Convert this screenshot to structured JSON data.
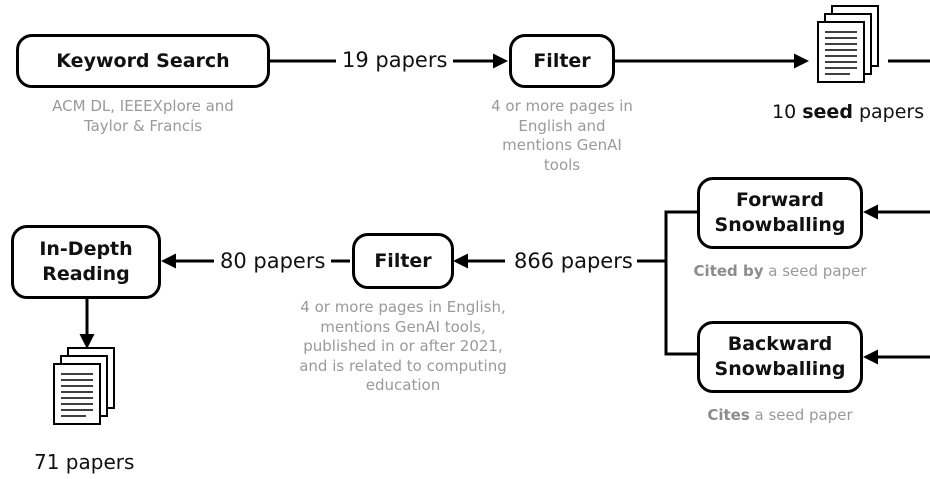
{
  "nodes": {
    "keyword_search": "Keyword Search",
    "filter_top": "Filter",
    "forward_snowballing": "Forward Snowballing",
    "backward_snowballing": "Backward Snowballing",
    "filter_bottom": "Filter",
    "in_depth_reading": "In-Depth Reading"
  },
  "notes": {
    "keyword_search_sources": "ACM DL, IEEEXplore and Taylor & Francis",
    "filter_top_criteria": "4 or more pages in English and mentions GenAI tools",
    "forward_bold": "Cited by",
    "forward_rest": " a seed paper",
    "backward_bold": "Cites",
    "backward_rest": " a seed paper",
    "filter_bottom_criteria": "4 or more pages in English, mentions GenAI tools, published in or after 2021, and is related to computing education"
  },
  "edge_labels": {
    "search_to_filter": "19 papers",
    "snowball_to_filter": "866 papers",
    "filter_to_reading": "80 papers"
  },
  "outputs": {
    "seed_count": "10",
    "seed_bold": "seed",
    "seed_rest": "papers",
    "final_papers": "71 papers"
  },
  "icons": [
    "document-stack-icon",
    "document-stack-icon"
  ]
}
